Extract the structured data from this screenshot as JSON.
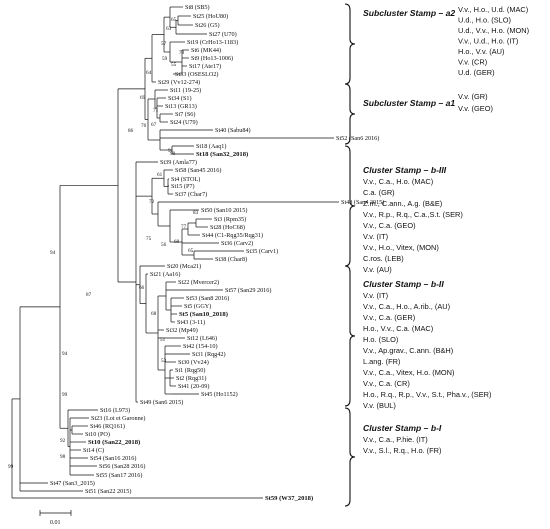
{
  "tree": {
    "tips": [
      {
        "id": "t1",
        "label": "St8 (SB5)",
        "bold": false
      },
      {
        "id": "t2",
        "label": "St25 (HoU80)",
        "bold": false
      },
      {
        "id": "t3",
        "label": "St26 (G5)",
        "bold": false
      },
      {
        "id": "t4",
        "label": "St27 (U70)",
        "bold": false
      },
      {
        "id": "t5",
        "label": "St19 (CrHo13-1183)",
        "bold": false
      },
      {
        "id": "t6",
        "label": "St6 (MK44)",
        "bold": false
      },
      {
        "id": "t7",
        "label": "St9 (Ho13-1006)",
        "bold": false
      },
      {
        "id": "t8",
        "label": "St17 (Ate17)",
        "bold": false
      },
      {
        "id": "t9",
        "label": "St33 (OSESLO2)",
        "bold": false
      },
      {
        "id": "t10",
        "label": "St29 (Vv12-274)",
        "bold": false
      },
      {
        "id": "t11",
        "label": "St11 (19-25)",
        "bold": false
      },
      {
        "id": "t12",
        "label": "St34 (S1)",
        "bold": false
      },
      {
        "id": "t13",
        "label": "St13 (GR13)",
        "bold": false
      },
      {
        "id": "t14",
        "label": "St7 (S6)",
        "bold": false
      },
      {
        "id": "t15",
        "label": "St24 (U79)",
        "bold": false
      },
      {
        "id": "t16",
        "label": "St40 (Sabu84)",
        "bold": false
      },
      {
        "id": "t17",
        "label": "St52 (San6 2016)",
        "bold": false
      },
      {
        "id": "t18",
        "label": "St18 (Aaq1)",
        "bold": false
      },
      {
        "id": "t19",
        "label": "St18 (San32_2018)",
        "bold": true
      },
      {
        "id": "t20",
        "label": "St39 (Amla77)",
        "bold": false
      },
      {
        "id": "t21",
        "label": "St58 (San45 2016)",
        "bold": false
      },
      {
        "id": "t22",
        "label": "St4 (STOL)",
        "bold": false
      },
      {
        "id": "t23",
        "label": "St15 (P7)",
        "bold": false
      },
      {
        "id": "t24",
        "label": "St37 (Char7)",
        "bold": false
      },
      {
        "id": "t25",
        "label": "St48 (San4 2015)",
        "bold": false
      },
      {
        "id": "t26",
        "label": "St50 (San10 2015)",
        "bold": false
      },
      {
        "id": "t27",
        "label": "St3 (Rpm35)",
        "bold": false
      },
      {
        "id": "t28",
        "label": "St28 (HoC68)",
        "bold": false
      },
      {
        "id": "t29",
        "label": "St44 (C1-Rqg35/Rqg31)",
        "bold": false
      },
      {
        "id": "t30",
        "label": "St36 (Carv2)",
        "bold": false
      },
      {
        "id": "t31",
        "label": "St35 (Carv1)",
        "bold": false
      },
      {
        "id": "t32",
        "label": "St38 (Char8)",
        "bold": false
      },
      {
        "id": "t33",
        "label": "St20 (Mca21)",
        "bold": false
      },
      {
        "id": "t34",
        "label": "St21 (Aa16)",
        "bold": false
      },
      {
        "id": "t35",
        "label": "St22 (Mvercer2)",
        "bold": false
      },
      {
        "id": "t36",
        "label": "St57 (San29 2016)",
        "bold": false
      },
      {
        "id": "t37",
        "label": "St53 (San8 2016)",
        "bold": false
      },
      {
        "id": "t38",
        "label": "St5 (GGY)",
        "bold": false
      },
      {
        "id": "t39",
        "label": "St5 (San10_2018)",
        "bold": true
      },
      {
        "id": "t40",
        "label": "St43 (3-11)",
        "bold": false
      },
      {
        "id": "t41",
        "label": "St32 (Mp49)",
        "bold": false
      },
      {
        "id": "t42",
        "label": "St12 (L646)",
        "bold": false
      },
      {
        "id": "t43",
        "label": "St42 (154-10)",
        "bold": false
      },
      {
        "id": "t44",
        "label": "St31 (Rqg42)",
        "bold": false
      },
      {
        "id": "t45",
        "label": "St30 (Vv24)",
        "bold": false
      },
      {
        "id": "t46",
        "label": "St1 (Rqg50)",
        "bold": false
      },
      {
        "id": "t47",
        "label": "St2 (Rqg31)",
        "bold": false
      },
      {
        "id": "t48",
        "label": "St41 (20-09)",
        "bold": false
      },
      {
        "id": "t49",
        "label": "St45 (Ho1152)",
        "bold": false
      },
      {
        "id": "t50",
        "label": "St49 (San6 2015)",
        "bold": false
      },
      {
        "id": "t51",
        "label": "St16 (L973)",
        "bold": false
      },
      {
        "id": "t52",
        "label": "St23 (Lot et Garonne)",
        "bold": false
      },
      {
        "id": "t53",
        "label": "St46 (RQ161)",
        "bold": false
      },
      {
        "id": "t54",
        "label": "St10 (PO)",
        "bold": false
      },
      {
        "id": "t55",
        "label": "St10 (San22_2018)",
        "bold": true
      },
      {
        "id": "t56",
        "label": "St14 (C)",
        "bold": false
      },
      {
        "id": "t57",
        "label": "St54 (San16 2016)",
        "bold": false
      },
      {
        "id": "t58",
        "label": "St56 (San28 2016)",
        "bold": false
      },
      {
        "id": "t59",
        "label": "St55 (San17 2016)",
        "bold": false
      },
      {
        "id": "t60",
        "label": "St47 (San3_2015)",
        "bold": false
      },
      {
        "id": "t61",
        "label": "St51 (San22 2015)",
        "bold": false
      },
      {
        "id": "t62",
        "label": "St59 (W37_2018)",
        "bold": true
      }
    ],
    "bootstrap": [
      "65",
      "63",
      "57",
      "59",
      "78",
      "55",
      "64",
      "69",
      "71",
      "67",
      "76",
      "91",
      "90",
      "61",
      "86",
      "72",
      "83",
      "77",
      "60",
      "56",
      "65",
      "75",
      "66",
      "68",
      "51",
      "53",
      "87",
      "94",
      "94",
      "99",
      "92",
      "98",
      "99"
    ],
    "scale_label": "0.01"
  },
  "clusters": [
    {
      "title": "Subcluster Stamp – a2",
      "lines": [
        "V.v., H.o., U.d. (MAC)",
        "U.d., H.o. (SLO)",
        "U.d., V.v., H.o. (MON)",
        "V.v., U.d., H.o. (IT)",
        "H.o., V.v. (AU)",
        "V.v. (CR)",
        "U.d. (GER)"
      ]
    },
    {
      "title": "Subcluster Stamp – a1",
      "lines": [
        "V.v. (GR)",
        "V.v. (GEO)"
      ]
    },
    {
      "title": "Cluster Stamp – b-III",
      "lines": [
        "V.v., C.a., H.o. (MAC)",
        "C.a. (GR)",
        "Z.m., C.ann., A.g. (B&E)",
        "V.v., R.p., R.q., C.a.,S.t. (SER)",
        "V.v., C.a. (GEO)",
        "V.v. (IT)",
        "V.v., H.o., Vitex, (MON)",
        "C.ros. (LEB)",
        "V.v. (AU)"
      ]
    },
    {
      "title": "Cluster Stamp – b-II",
      "lines": [
        "V.v. (IT)",
        "V.v., C.a., H.o., A.rib., (AU)",
        "V.v., C.a. (GER)",
        "H.o., V.v., C.a. (MAC)",
        "H.o. (SLO)",
        "V.v., Ap.grav., C.ann. (B&H)",
        "L.ang. (FR)",
        "V.v., C.a., Vitex, H.o. (MON)",
        "V.v., C.a. (CR)",
        "H.o., R.q., R.p., V.v., S.t., Pha.v., (SER)",
        "V.v. (BUL)"
      ]
    },
    {
      "title": "Cluster Stamp – b-I",
      "lines": [
        "V.v., C.a., P.hie. (IT)",
        "V.v., S.l., R.q., H.o. (FR)"
      ]
    }
  ]
}
